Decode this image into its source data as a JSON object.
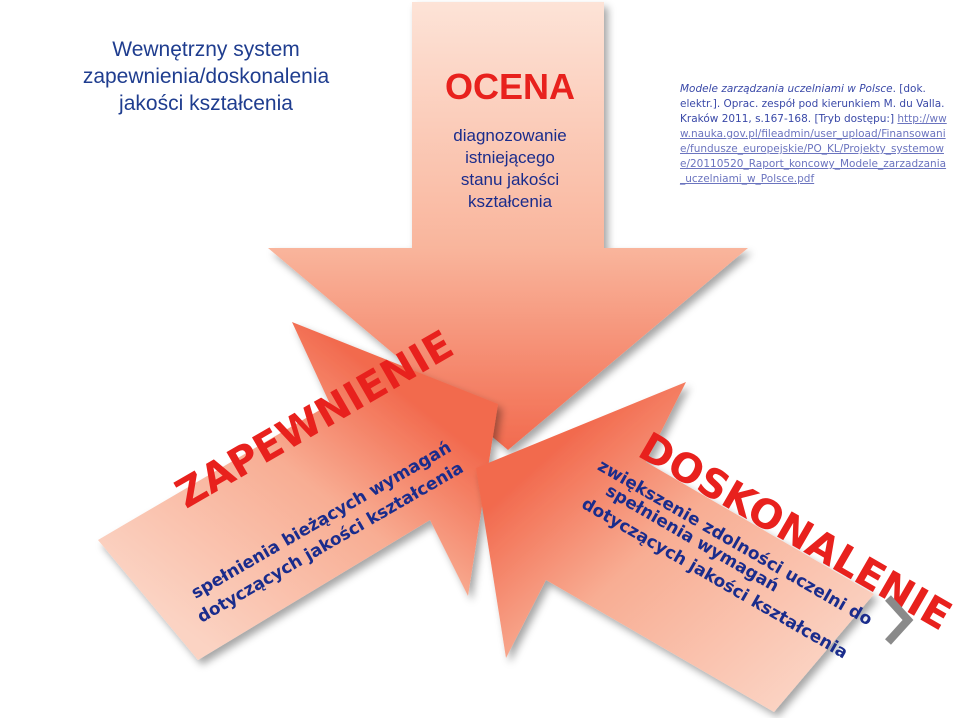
{
  "title": {
    "line1": "Wewnętrzny system",
    "line2": "zapewnienia/doskonalenia",
    "line3": "jakości kształcenia"
  },
  "ocena": {
    "heading": "OCENA",
    "lines": [
      "diagnozowanie",
      "istniejącego",
      "stanu jakości",
      "kształcenia"
    ]
  },
  "zapewnienie": {
    "heading": "ZAPEWNIENIE",
    "line1": "spełnienia bieżących wymagań",
    "line2": "dotyczących jakości kształcenia"
  },
  "doskonalenie": {
    "heading": "DOSKONALENIE",
    "line1": "zwiększenie zdolności uczelni do",
    "line2": "spełnienia wymagań",
    "line3": "dotyczących jakości kształcenia"
  },
  "reference": {
    "title_italic": "Modele zarządzania uczelniami w Polsce",
    "text1": ". [dok. elektr.]. Oprac. zespół pod kierunkiem M. du Valla. Kraków 2011, s.167-168. [Tryb dostępu:]",
    "url": "http://www.nauka.gov.pl/fileadmin/user_upload/Finansowanie/fundusze_europejskie/PO_KL/Projekty_systemowe/20110520_Raport_koncowy_Modele_zarzadzania_uczelniami_w_Polsce.pdf"
  },
  "nav": {
    "next_icon": "chevron-right-icon"
  },
  "colors": {
    "arrow_light": "#fbd3c3",
    "arrow_dark": "#f26a4e",
    "heading_red": "#e8211d",
    "text_blue": "#1a2c8c",
    "title_blue": "#1f3d8f"
  }
}
